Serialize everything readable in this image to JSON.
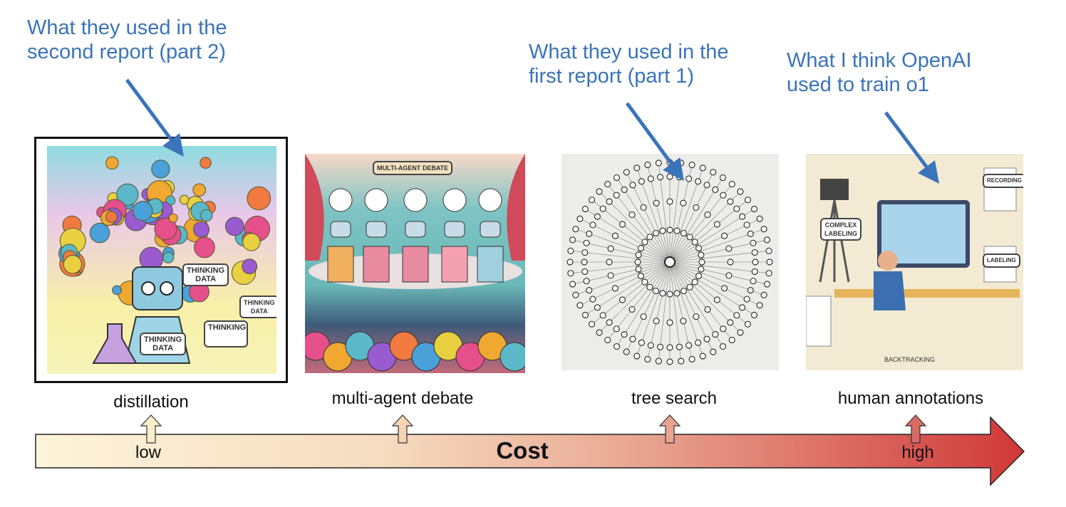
{
  "annotations": [
    {
      "line1": "What they used in the",
      "line2": "second report (part 2)"
    },
    {
      "line1": "What they used in the",
      "line2": "first report (part 1)"
    },
    {
      "line1": "What I think OpenAI",
      "line2": "used to train o1"
    }
  ],
  "methods": [
    {
      "label": "distillation",
      "image_text": [
        "THINKING DATA",
        "THINKING DATA",
        "THINKING DATA",
        "THINKING"
      ]
    },
    {
      "label": "multi-agent debate",
      "image_text": [
        "MULTI-AGENT DEBATE"
      ]
    },
    {
      "label": "tree search"
    },
    {
      "label": "human annotations",
      "image_text": [
        "COMPLEX LABELING",
        "LABELING",
        "RECORDING",
        "BACKTRACKING"
      ]
    }
  ],
  "cost_axis": {
    "title": "Cost",
    "low_label": "low",
    "high_label": "high"
  },
  "colors": {
    "annotation": "#3a74ba",
    "low": "#fdf3d8",
    "high": "#d03a3a"
  }
}
